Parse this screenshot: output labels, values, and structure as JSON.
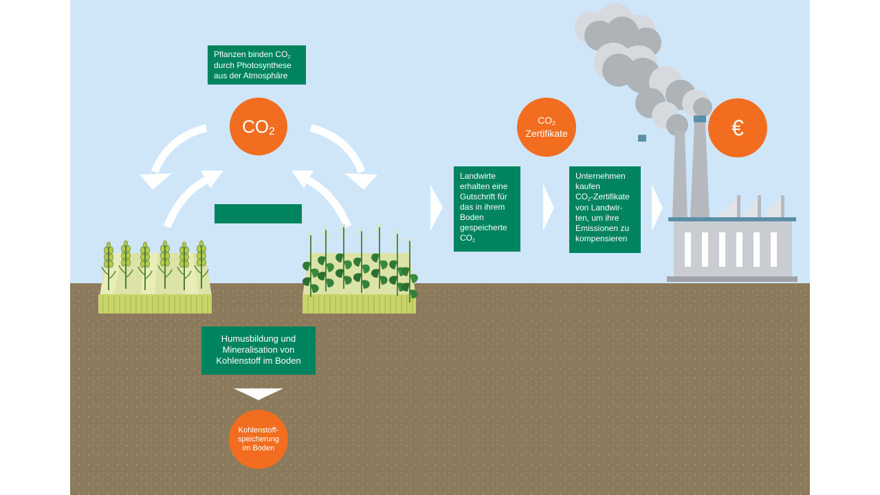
{
  "colors": {
    "sky": "#cfe6f9",
    "soil": "#8b7a5c",
    "box_green": "#00835f",
    "circle_orange": "#f26d1f",
    "arrow_white": "#ffffff",
    "factory_gray": "#c9cdd2",
    "smoke_gray": "#aeb3b8",
    "plant_green": "#2d6a30",
    "field_yellow": "#c8d46a"
  },
  "photosynthesis_box": {
    "line1": "Pflanzen binden CO",
    "line1_sub": "2",
    "line2": "durch Photosynthese",
    "line3": "aus der Atmosphäre"
  },
  "co2_circle": {
    "text": "CO",
    "sub": "2"
  },
  "certificate_circle": {
    "line1": "CO",
    "line1_sub": "2",
    "line2": "Zertifikate"
  },
  "euro_circle": {
    "symbol": "€"
  },
  "farmers_box": {
    "lines": [
      "Landwirte",
      "erhalten eine",
      "Gutschrift für",
      "das in ihrem",
      "Boden",
      "gespeicherte"
    ],
    "last": "CO",
    "last_sub": "2"
  },
  "companies_box": {
    "line1": "Unternehmen",
    "line2": "kaufen",
    "line3_pre": "CO",
    "line3_sub": "2",
    "line3_post": "-Zertifikate",
    "line4": "von Landwir-",
    "line5": "ten, um ihre",
    "line6": "Emissionen zu",
    "line7": "kompensieren"
  },
  "humus_box": {
    "lines": [
      "Humusbildung und",
      "Mineralisation von",
      "Kohlenstoff im Boden"
    ]
  },
  "storage_circle": {
    "lines": [
      "Kohlenstoff-",
      "speicherung",
      "im Boden"
    ]
  },
  "icons": [
    "curved-arrow-icon",
    "chevron-right-icon",
    "down-arrow-icon",
    "wheat-icon",
    "cover-crop-icon",
    "factory-icon",
    "smoke-icon"
  ]
}
